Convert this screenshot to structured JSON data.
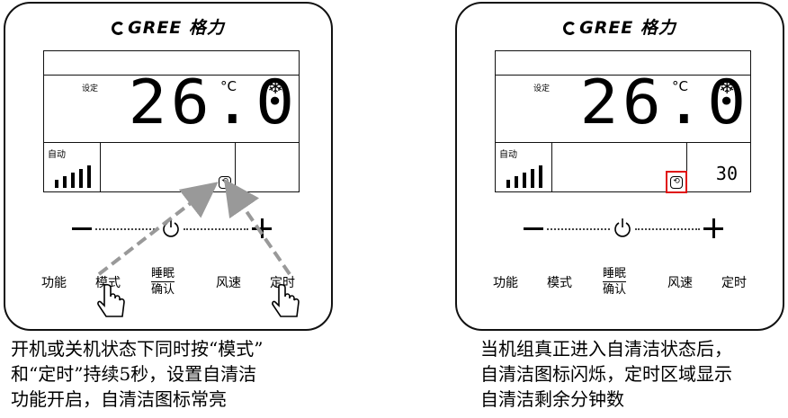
{
  "brand": "GREE 格力",
  "left_panel": {
    "set_label": "设定",
    "temperature": "26.0",
    "unit": "°C",
    "snow_icon": "❄",
    "auto_label": "自动",
    "clean_icon": "⟲",
    "buttons": {
      "function": "功能",
      "mode": "模式",
      "sleep_top": "睡眠",
      "sleep_bottom": "确认",
      "fan": "风速",
      "timer": "定时"
    },
    "caption": "开机或关机状态下同时按“模式”\n和“定时”持续5秒，设置自清洁\n功能开启，自清洁图标常亮"
  },
  "right_panel": {
    "set_label": "设定",
    "temperature": "26.0",
    "unit": "°C",
    "snow_icon": "❄",
    "auto_label": "自动",
    "clean_icon": "⟲",
    "timer_value": "30",
    "buttons": {
      "function": "功能",
      "mode": "模式",
      "sleep_top": "睡眠",
      "sleep_bottom": "确认",
      "fan": "风速",
      "timer": "定时"
    },
    "caption": "当机组真正进入自清洁状态后，\n自清洁图标闪烁，定时区域显示\n自清洁剩余分钟数"
  },
  "colors": {
    "highlight_box": "#e01010",
    "arrow": "#999999"
  },
  "icons": [
    "power-icon",
    "clean-icon",
    "snowflake-icon",
    "hand-pointer-icon"
  ]
}
